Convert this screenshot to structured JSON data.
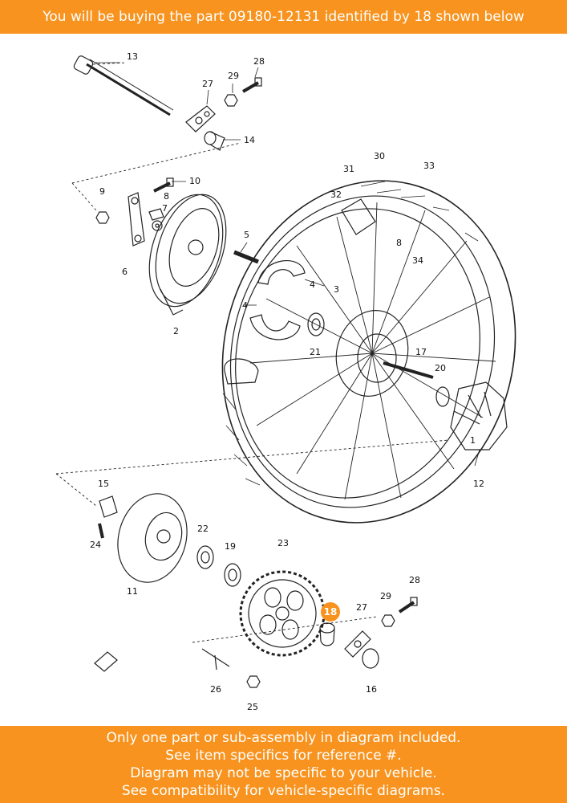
{
  "header": {
    "text": "You will be buying the part 09180-12131 identified by 18 shown below"
  },
  "footer": {
    "lines": [
      "Only one part or sub-assembly in diagram included.",
      "See item specifics for reference #.",
      "Diagram may not be specific to your vehicle.",
      "See compatibility for vehicle-specific diagrams."
    ]
  },
  "highlight": {
    "label": "18",
    "color": "#f7931e"
  },
  "callouts": [
    "13",
    "27",
    "29",
    "28",
    "14",
    "9",
    "10",
    "8",
    "7",
    "6",
    "2",
    "5",
    "3",
    "4",
    "4",
    "21",
    "31",
    "30",
    "33",
    "32",
    "8",
    "34",
    "17",
    "20",
    "12",
    "1",
    "15",
    "24",
    "11",
    "22",
    "19",
    "23",
    "27",
    "29",
    "28",
    "26",
    "25",
    "16"
  ]
}
